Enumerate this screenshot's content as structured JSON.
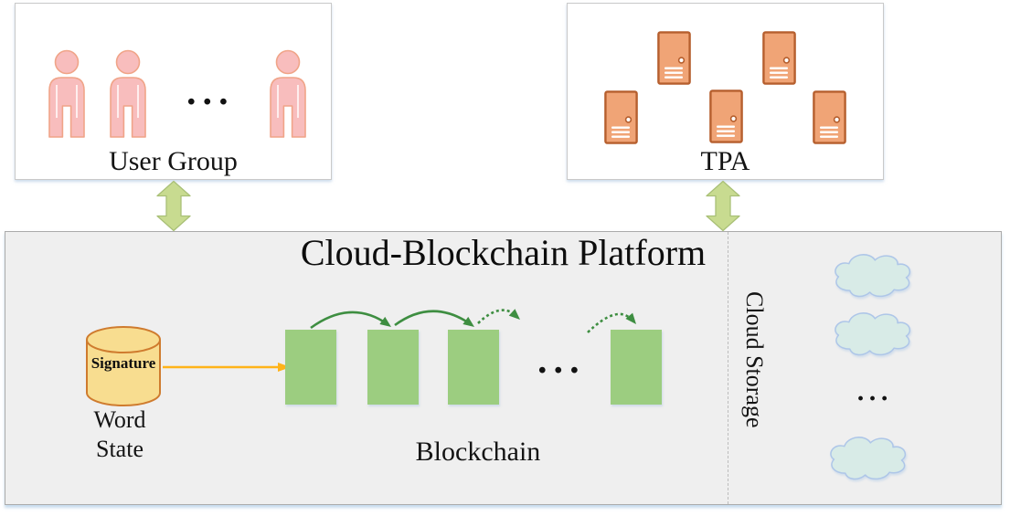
{
  "user_group": {
    "label": "User Group",
    "person_count": 3,
    "ellipsis": "..."
  },
  "tpa": {
    "label": "TPA",
    "auditor_count": 5
  },
  "platform": {
    "title": "Cloud-Blockchain Platform",
    "word_state": {
      "cylinder_label": "Signature",
      "caption_line1": "Word",
      "caption_line2": "State"
    },
    "blockchain": {
      "label": "Blockchain",
      "block_count": 4,
      "ellipsis": "..."
    },
    "cloud_storage": {
      "label": "Cloud Storage",
      "cloud_count": 3,
      "ellipsis": "..."
    }
  },
  "colors": {
    "platform_bg": "#efefef",
    "block_green": "#9ccd80",
    "arc_green": "#3e8e41",
    "connector_fill": "#c8db90",
    "connector_edge": "#a9c077",
    "person_pink": "#f8bdbd",
    "person_outline": "#f0a488",
    "door_fill": "#f0a476",
    "door_outline": "#b65f2e",
    "cylinder_fill": "#f8dd90",
    "cylinder_outline": "#cf7b2e",
    "flow_orange": "#ffb319",
    "cloud_fill": "#d8ebe7",
    "cloud_outline": "#aec6e8"
  }
}
